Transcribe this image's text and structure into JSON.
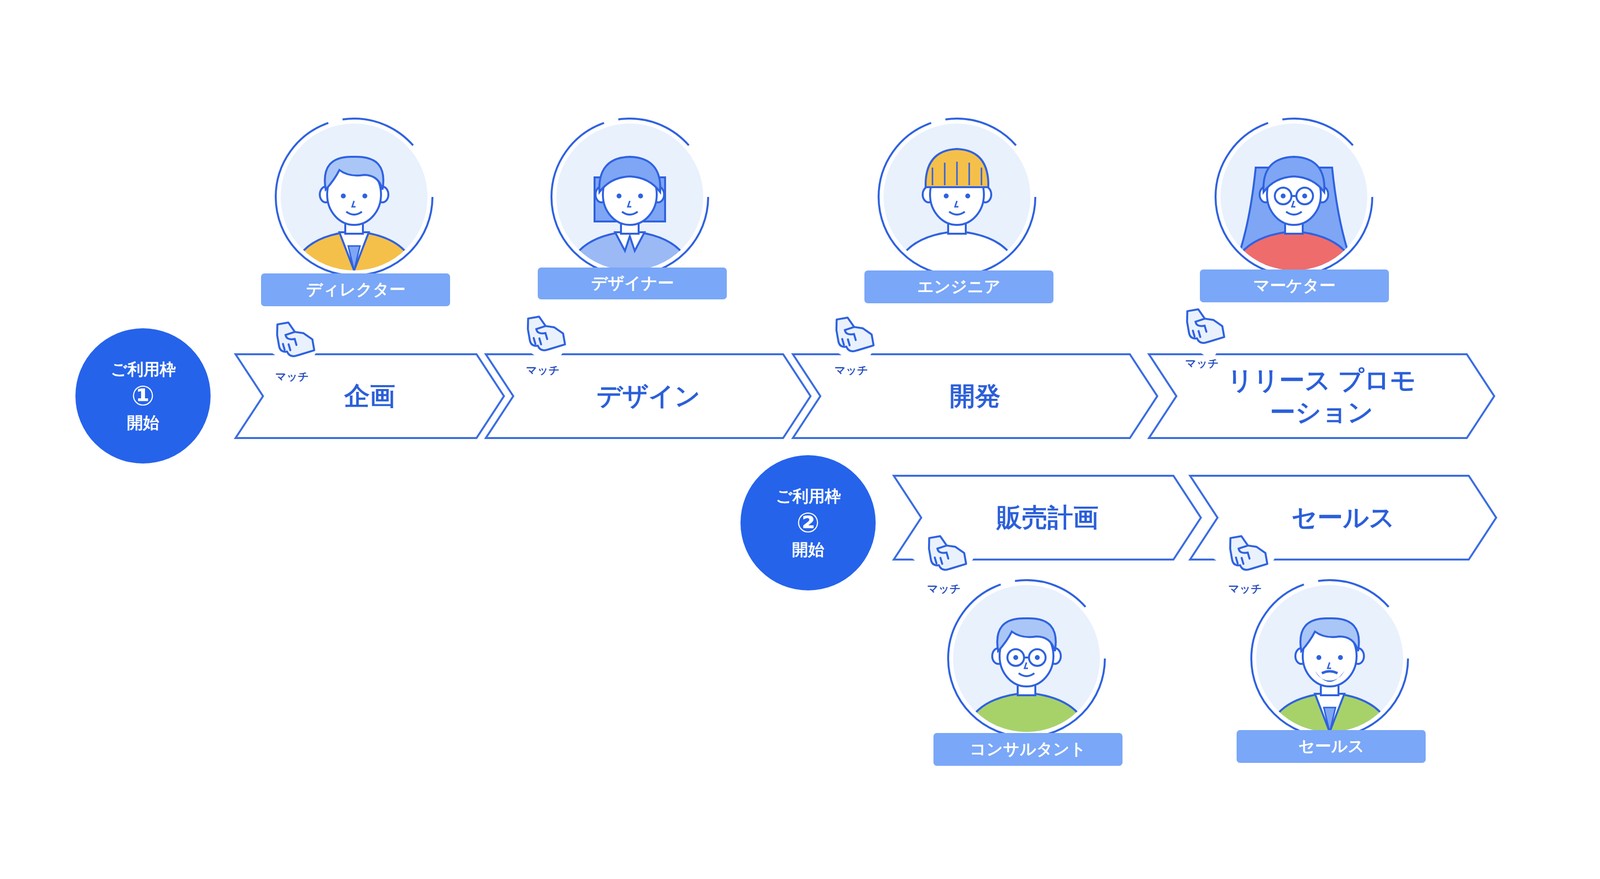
{
  "diagram": {
    "nodes": [
      {
        "text": [
          "ディレクター"
        ]
      },
      {
        "text": [
          "デザイナー"
        ]
      },
      {
        "text": [
          "エンジニア"
        ]
      },
      {
        "text": [
          "マーケター"
        ]
      },
      {
        "text": [
          "ご利用枠",
          "①",
          "開始"
        ]
      },
      {
        "text": [
          "企画"
        ]
      },
      {
        "text": [
          "デザイン"
        ]
      },
      {
        "text": [
          "開発"
        ]
      },
      {
        "text": [
          "リリース プロモーション"
        ]
      },
      {
        "text": [
          "ご利用枠",
          "②",
          "開始"
        ]
      },
      {
        "text": [
          "販売計画"
        ]
      },
      {
        "text": [
          "セールス"
        ]
      },
      {
        "text": [
          "コンサルタント"
        ]
      },
      {
        "text": [
          "セールス"
        ]
      }
    ],
    "labels": [
      "マッチ",
      "マッチ",
      "マッチ",
      "マッチ",
      "マッチ",
      "マッチ"
    ]
  }
}
